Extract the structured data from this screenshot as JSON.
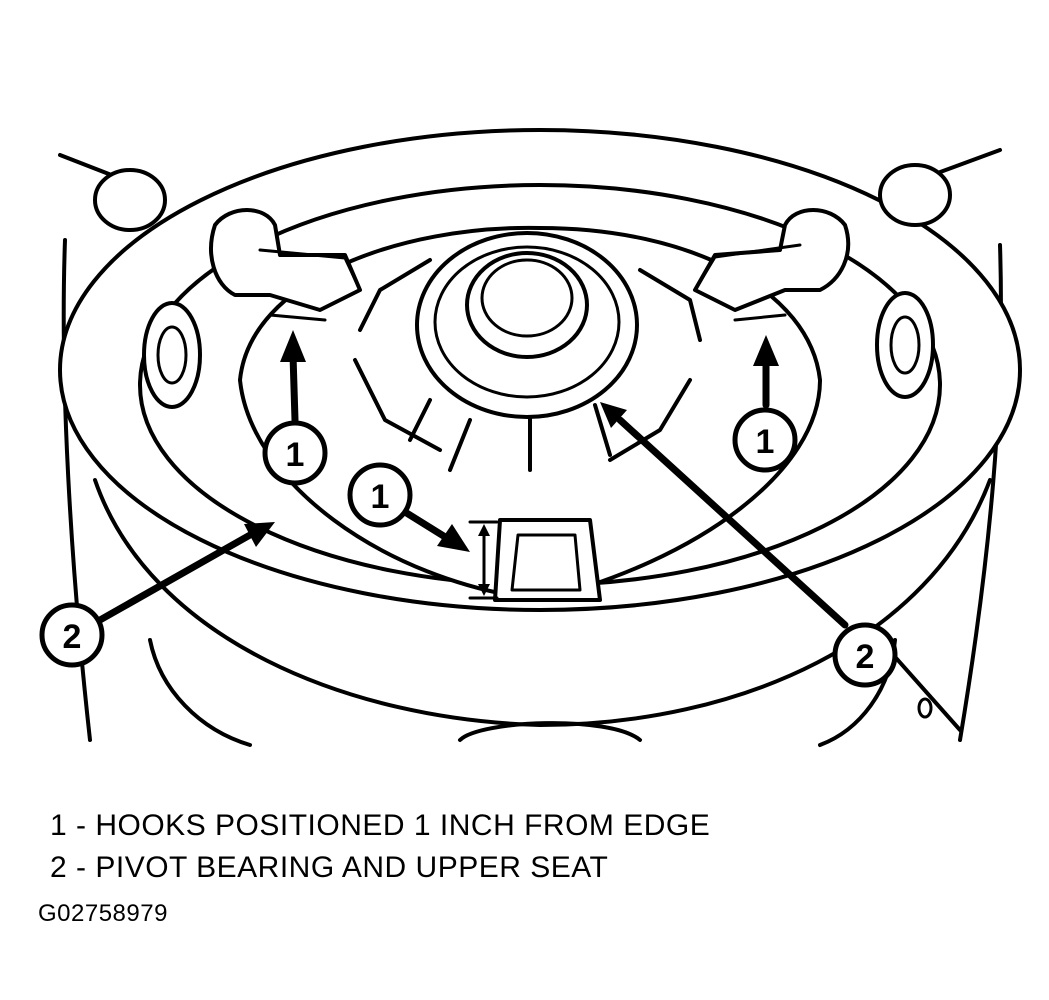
{
  "callouts": {
    "hooks_num": "1",
    "bearing_num": "2"
  },
  "legend": {
    "item1": "1 - HOOKS POSITIONED 1 INCH FROM EDGE",
    "item2": "2 - PIVOT BEARING AND UPPER SEAT"
  },
  "figure_id": "G02758979"
}
